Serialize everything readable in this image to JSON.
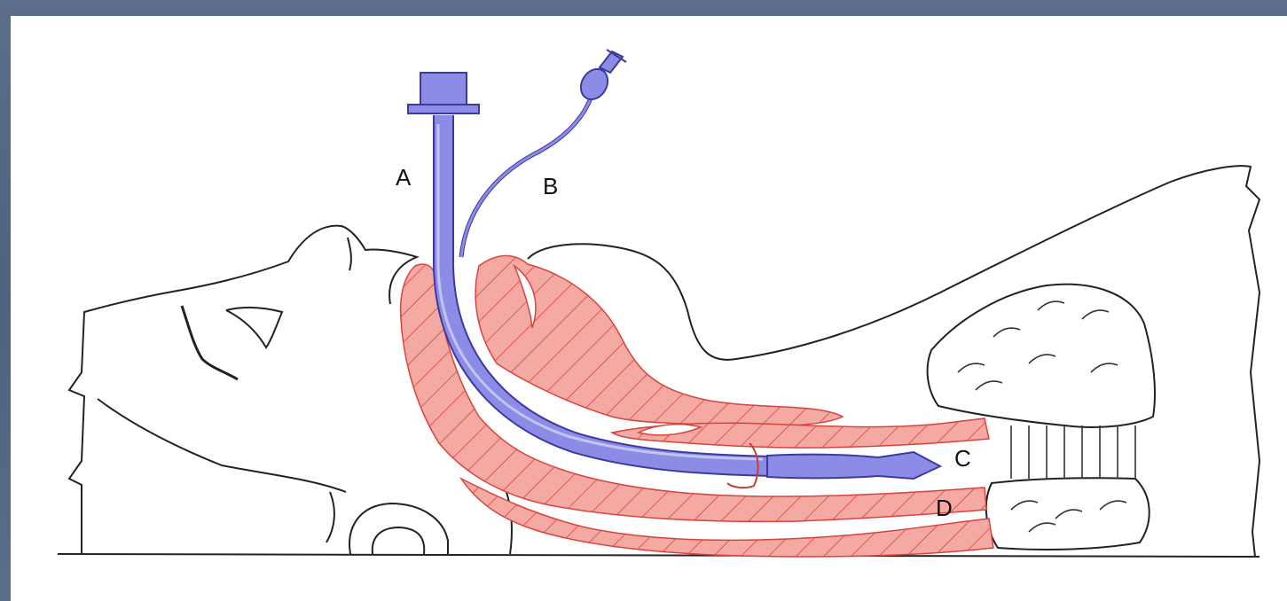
{
  "diagram": {
    "labels": {
      "a": "A",
      "b": "B",
      "c": "C",
      "d": "D"
    },
    "colors": {
      "frame": "#4e6380",
      "tissue": "#f2a7a2",
      "tissue_hatch": "#d9433c",
      "tube": "#8c8ce6",
      "tube_outline": "#3a3aa0",
      "outline": "#222222"
    }
  }
}
